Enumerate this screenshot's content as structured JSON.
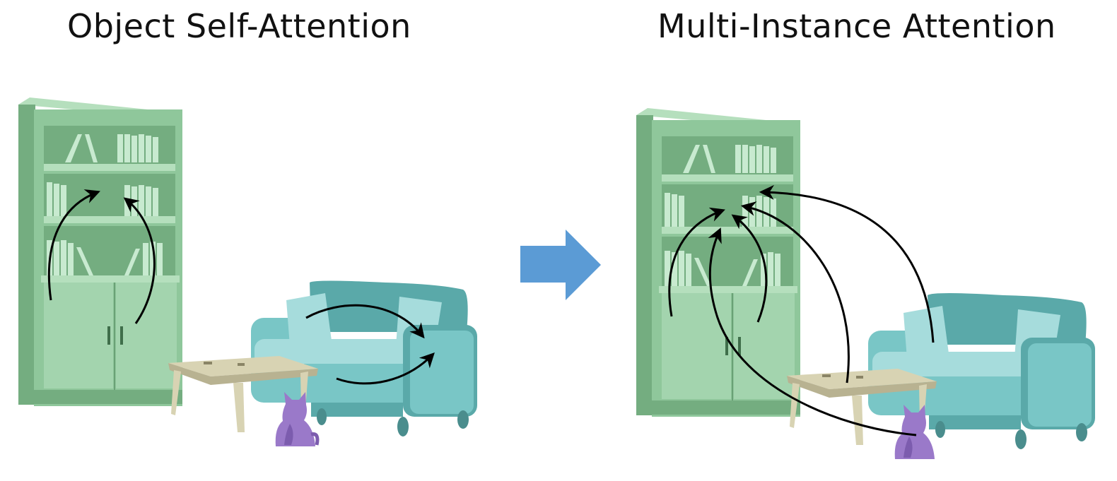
{
  "titles": {
    "left": "Object Self-Attention",
    "right": "Multi-Instance Attention"
  },
  "colors": {
    "bookshelf": "#8fc79b",
    "bookshelf_dark": "#74ad80",
    "bookshelf_light": "#b5dfbd",
    "books": "#c8ead0",
    "sofa": "#79c6c6",
    "sofa_dark": "#5aa9a9",
    "sofa_light": "#a6dcdc",
    "table": "#d8d3b3",
    "table_dark": "#b8b291",
    "cat": "#9a79c9",
    "cat_dark": "#7c5cae",
    "transition_arrow": "#5b9bd5",
    "attention_arrow": "#000000"
  },
  "objects": [
    "bookshelf",
    "sofa",
    "coffee-table",
    "cat-figurine"
  ],
  "panels": [
    "object-self-attention",
    "multi-instance-attention"
  ]
}
